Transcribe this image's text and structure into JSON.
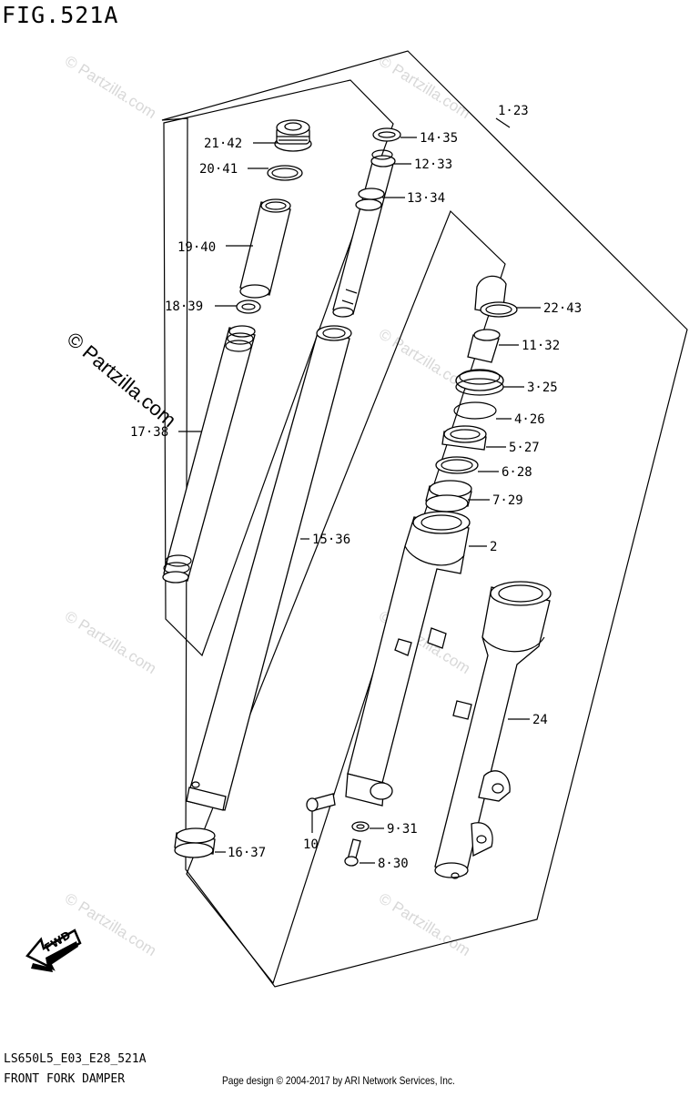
{
  "figure": {
    "title": "FIG.521A"
  },
  "footer": {
    "code": "LS650L5_E03_E28_521A",
    "name": "FRONT FORK DAMPER",
    "credit": "Page design © 2004-2017 by ARI Network Services, Inc."
  },
  "watermark": {
    "text": "© Partzilla.com"
  },
  "fwd_label": "FWD",
  "callouts": {
    "c1_23": "1·23",
    "c2": "2",
    "c3_25": "3·25",
    "c4_26": "4·26",
    "c5_27": "5·27",
    "c6_28": "6·28",
    "c7_29": "7·29",
    "c8_30": "8·30",
    "c9_31": "9·31",
    "c10": "10",
    "c11_32": "11·32",
    "c12_33": "12·33",
    "c13_34": "13·34",
    "c14_35": "14·35",
    "c15_36": "15·36",
    "c16_37": "16·37",
    "c17_38": "17·38",
    "c18_39": "18·39",
    "c19_40": "19·40",
    "c20_41": "20·41",
    "c21_42": "21·42",
    "c22_43": "22·43",
    "c24": "24"
  }
}
